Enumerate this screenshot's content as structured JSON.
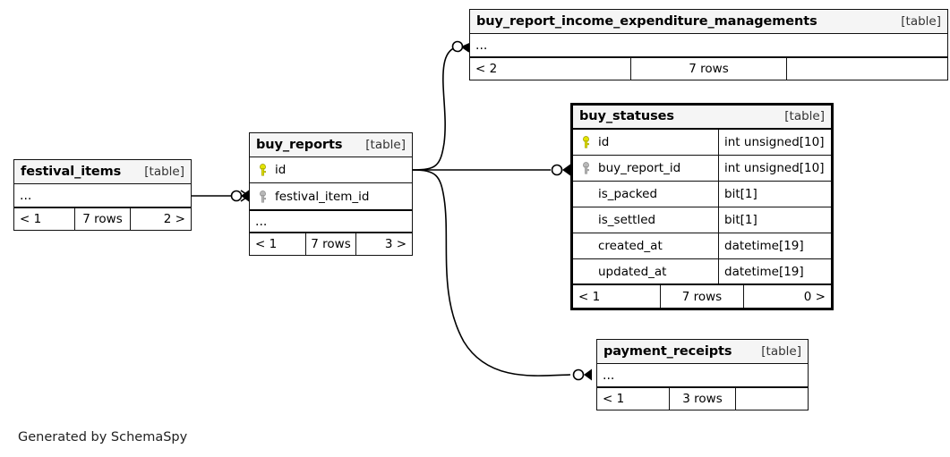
{
  "diagram": {
    "caption": "Generated by SchemaSpy",
    "background": "#ffffff",
    "pk_key_color": "#e3e300",
    "fk_key_color": "#b0b0b0",
    "border_color": "#111111",
    "header_background": "#f5f5f5",
    "table_tag": "[table]"
  },
  "tables": {
    "festival_items": {
      "name": "festival_items",
      "tag": "[table]",
      "ellipsis": "...",
      "columns": [],
      "footer": {
        "left": "< 1",
        "middle": "7 rows",
        "right": "2 >"
      }
    },
    "buy_reports": {
      "name": "buy_reports",
      "tag": "[table]",
      "ellipsis": "...",
      "columns": [
        {
          "key": "primary",
          "name": "id",
          "type": ""
        },
        {
          "key": "foreign",
          "name": "festival_item_id",
          "type": ""
        }
      ],
      "footer": {
        "left": "< 1",
        "middle": "7 rows",
        "right": "3 >"
      }
    },
    "buy_report_income_expenditure_managements": {
      "name": "buy_report_income_expenditure_managements",
      "tag": "[table]",
      "ellipsis": "...",
      "columns": [],
      "footer": {
        "left": "< 2",
        "middle": "7 rows",
        "right": ""
      }
    },
    "buy_statuses": {
      "name": "buy_statuses",
      "tag": "[table]",
      "focal": true,
      "columns": [
        {
          "key": "primary",
          "name": "id",
          "type": "int unsigned[10]"
        },
        {
          "key": "foreign",
          "name": "buy_report_id",
          "type": "int unsigned[10]"
        },
        {
          "key": "none",
          "name": "is_packed",
          "type": "bit[1]"
        },
        {
          "key": "none",
          "name": "is_settled",
          "type": "bit[1]"
        },
        {
          "key": "none",
          "name": "created_at",
          "type": "datetime[19]"
        },
        {
          "key": "none",
          "name": "updated_at",
          "type": "datetime[19]"
        }
      ],
      "footer": {
        "left": "< 1",
        "middle": "7 rows",
        "right": "0 >"
      }
    },
    "payment_receipts": {
      "name": "payment_receipts",
      "tag": "[table]",
      "ellipsis": "...",
      "columns": [],
      "footer": {
        "left": "< 1",
        "middle": "3 rows",
        "right": ""
      }
    }
  },
  "relationships": [
    {
      "from": "festival_items",
      "to": "buy_reports",
      "to_column": "festival_item_id",
      "notation": "zero-or-many"
    },
    {
      "from": "buy_reports",
      "to": "buy_report_income_expenditure_managements",
      "notation": "zero-or-many"
    },
    {
      "from": "buy_reports",
      "to": "buy_statuses",
      "to_column": "buy_report_id",
      "notation": "zero-or-many"
    },
    {
      "from": "buy_reports",
      "to": "payment_receipts",
      "notation": "zero-or-many"
    }
  ]
}
